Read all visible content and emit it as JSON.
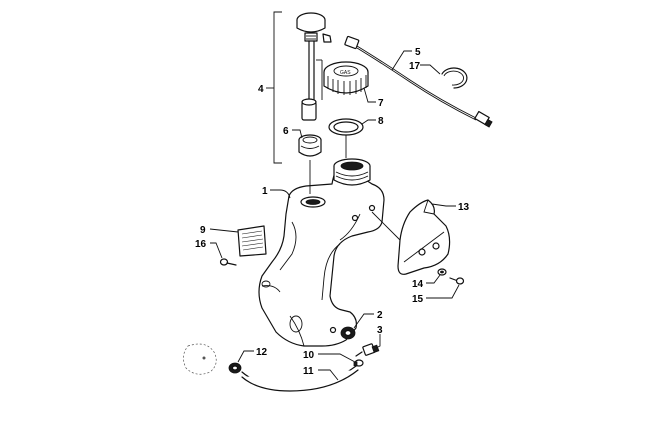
{
  "callouts": [
    {
      "id": "c1",
      "text": "1"
    },
    {
      "id": "c2",
      "text": "2"
    },
    {
      "id": "c3",
      "text": "3"
    },
    {
      "id": "c4",
      "text": "4"
    },
    {
      "id": "c5",
      "text": "5"
    },
    {
      "id": "c6",
      "text": "6"
    },
    {
      "id": "c7",
      "text": "7"
    },
    {
      "id": "c8",
      "text": "8"
    },
    {
      "id": "c9",
      "text": "9"
    },
    {
      "id": "c10",
      "text": "10"
    },
    {
      "id": "c11",
      "text": "11"
    },
    {
      "id": "c12",
      "text": "12"
    },
    {
      "id": "c13",
      "text": "13"
    },
    {
      "id": "c14",
      "text": "14"
    },
    {
      "id": "c15",
      "text": "15"
    },
    {
      "id": "c16",
      "text": "16"
    },
    {
      "id": "c17",
      "text": "17"
    }
  ],
  "colors": {
    "background": "#ffffff",
    "line": "#111111"
  }
}
